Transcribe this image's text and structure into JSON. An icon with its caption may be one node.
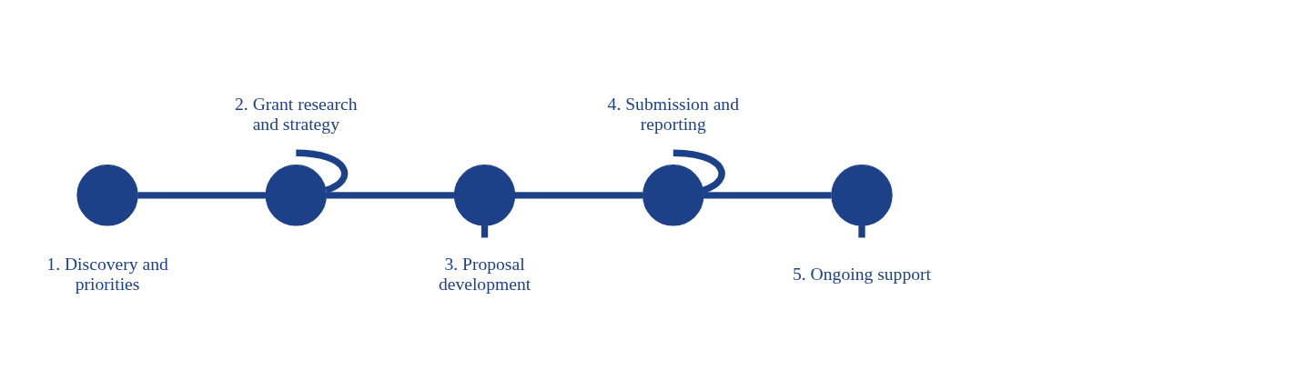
{
  "diagram": {
    "nodes": [
      {
        "text": [],
        "shape": "circle",
        "beside": [
          "1. Discovery and priorities"
        ]
      },
      {
        "text": [],
        "shape": "circle",
        "beside": [
          "2. Grant research and strategy"
        ]
      },
      {
        "text": [],
        "shape": "circle",
        "beside": [
          "3. Proposal development"
        ]
      },
      {
        "text": [],
        "shape": "circle",
        "beside": [
          "4. Submission and reporting"
        ]
      },
      {
        "text": [],
        "shape": "circle",
        "beside": [
          "5. Ongoing support"
        ]
      }
    ],
    "edges": [
      {
        "from": 0,
        "to": 1,
        "arrow": "none"
      },
      {
        "from": 1,
        "to": 2,
        "arrow": "none"
      },
      {
        "from": 2,
        "to": 3,
        "arrow": "none"
      },
      {
        "from": 3,
        "to": 4,
        "arrow": "none"
      },
      {
        "from": 1,
        "to": null,
        "arrow": "none"
      },
      {
        "from": 2,
        "to": null,
        "arrow": "none"
      },
      {
        "from": 3,
        "to": null,
        "arrow": "none"
      },
      {
        "from": 4,
        "to": null,
        "arrow": "none"
      }
    ]
  }
}
